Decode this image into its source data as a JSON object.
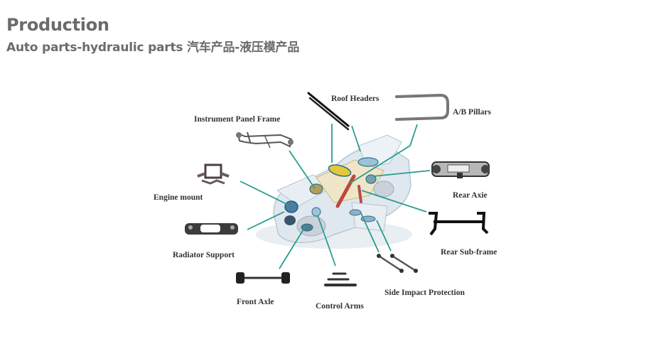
{
  "header": {
    "title": "Production",
    "subtitle": "Auto parts-hydraulic parts 汽车产品-液压模产品"
  },
  "diagram": {
    "accent_line_color": "#2a9d8f",
    "parts": [
      {
        "id": "roof-headers",
        "label": "Roof Headers"
      },
      {
        "id": "ab-pillars",
        "label": "A/B Pillars"
      },
      {
        "id": "instrument-panel-frame",
        "label": "Instrument Panel Frame"
      },
      {
        "id": "engine-mount",
        "label": "Engine mount"
      },
      {
        "id": "rear-axle",
        "label": "Rear Axie"
      },
      {
        "id": "radiator-support",
        "label": "Radiator Support"
      },
      {
        "id": "rear-sub-frame",
        "label": "Rear Sub-frame"
      },
      {
        "id": "front-axle",
        "label": "Front Axle"
      },
      {
        "id": "control-arms",
        "label": "Control Arms"
      },
      {
        "id": "side-impact-protection",
        "label": "Side Impact Protection"
      }
    ]
  }
}
